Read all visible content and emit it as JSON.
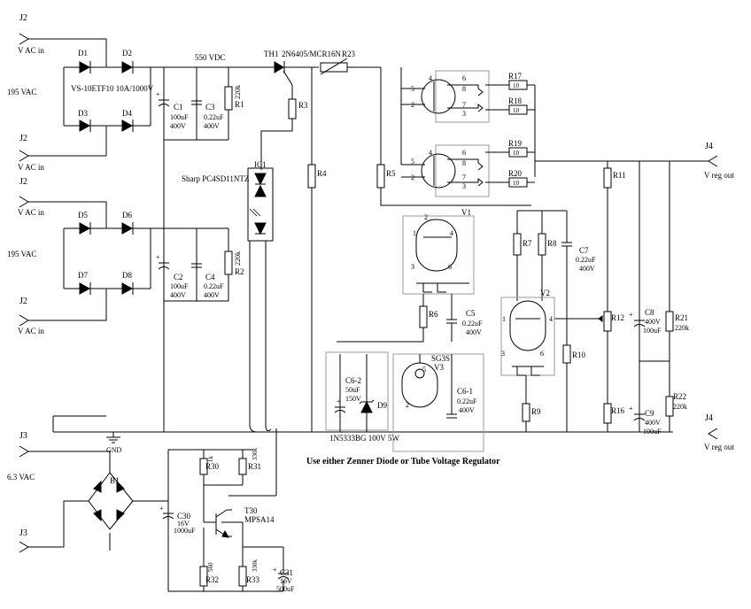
{
  "connectors": {
    "j2_a": "J2",
    "j2_a_lbl": "V AC in",
    "j2_b": "J2",
    "j2_b_lbl": "V AC in",
    "j2_c": "J2",
    "j2_c_lbl": "V AC in",
    "j2_d": "J2",
    "j2_d_lbl": "V AC in",
    "j3_a": "J3",
    "j3_b": "J3",
    "j4_a": "J4",
    "j4_a_lbl": "V reg out",
    "j4_b": "J4",
    "j4_b_lbl": "V reg out"
  },
  "supply": {
    "vac_top": "195 VAC",
    "vac_bottom": "195 VAC",
    "heater_vac": "6.3 VAC",
    "vdc": "550 VDC",
    "gnd": "GND"
  },
  "diodes": {
    "d1": "D1",
    "d2": "D2",
    "d3": "D3",
    "d4": "D4",
    "d5": "D5",
    "d6": "D6",
    "d7": "D7",
    "d8": "D8",
    "part": "VS-10ETF10 10A/1000V",
    "d9": "D9",
    "d9_part": "1N5333BG 100V 5W"
  },
  "capacitors": {
    "c1": "C1",
    "c1_v": "100uF",
    "c1_r": "400V",
    "c2": "C2",
    "c2_v": "100uF",
    "c2_r": "400V",
    "c3": "C3",
    "c3_v": "0.22uF",
    "c3_r": "400V",
    "c4": "C4",
    "c4_v": "0.22uF",
    "c4_r": "400V",
    "c5": "C5",
    "c5_v": "0.22uF",
    "c5_r": "400V",
    "c6_1": "C6-1",
    "c6_1_v": "0.22uF",
    "c6_1_r": "400V",
    "c6_2": "C6-2",
    "c6_2_v": "50uF",
    "c6_2_r": "150V",
    "c7": "C7",
    "c7_v": "0.22uF",
    "c7_r": "400V",
    "c8": "C8",
    "c8_r": "400V",
    "c8_v": "100uF",
    "c9": "C9",
    "c9_r": "400V",
    "c9_v": "100uF",
    "c30": "C30",
    "c30_r": "16V",
    "c30_v": "1000uF",
    "c31": "C31",
    "c31_r": "16V",
    "c31_v": "500uF"
  },
  "resistors": {
    "r1": "R1",
    "r1_v": "220k",
    "r2": "R2",
    "r2_v": "220k",
    "r3": "R3",
    "r4": "R4",
    "r5": "R5",
    "r6": "R6",
    "r7": "R7",
    "r8": "R8",
    "r9": "R9",
    "r10": "R10",
    "r11": "R11",
    "r12": "R12",
    "r16": "R16",
    "r17": "R17",
    "r18": "R18",
    "r19": "R19",
    "r20": "R20",
    "r_small": "10",
    "r21": "R21",
    "r21_v": "220k",
    "r22": "R22",
    "r22_v": "220k",
    "r23": "R23",
    "r30": "R30",
    "r30_v": "1k",
    "r31": "R31",
    "r31_v": "330k",
    "r32": "R32",
    "r32_v": "560",
    "r33": "R33",
    "r33_v": "330k"
  },
  "semis": {
    "th1": "TH1",
    "th1_part": "2N6405/MCR16N",
    "ic1": "IC1",
    "ic1_part": "Sharp PC4SD11NTZ",
    "b1": "B1",
    "t30": "T30",
    "t30_part": "MPSA14"
  },
  "tubes": {
    "v1": "V1",
    "v2": "V2",
    "v3": "V3",
    "v3_part": "SG3S"
  },
  "pins": {
    "p1": "1",
    "p2": "2",
    "p3": "3",
    "p4": "4",
    "p5": "5",
    "p6": "6",
    "p7": "7",
    "p8": "8"
  },
  "notes": {
    "option": "Use either Zenner Diode or Tube Voltage Regulator"
  }
}
